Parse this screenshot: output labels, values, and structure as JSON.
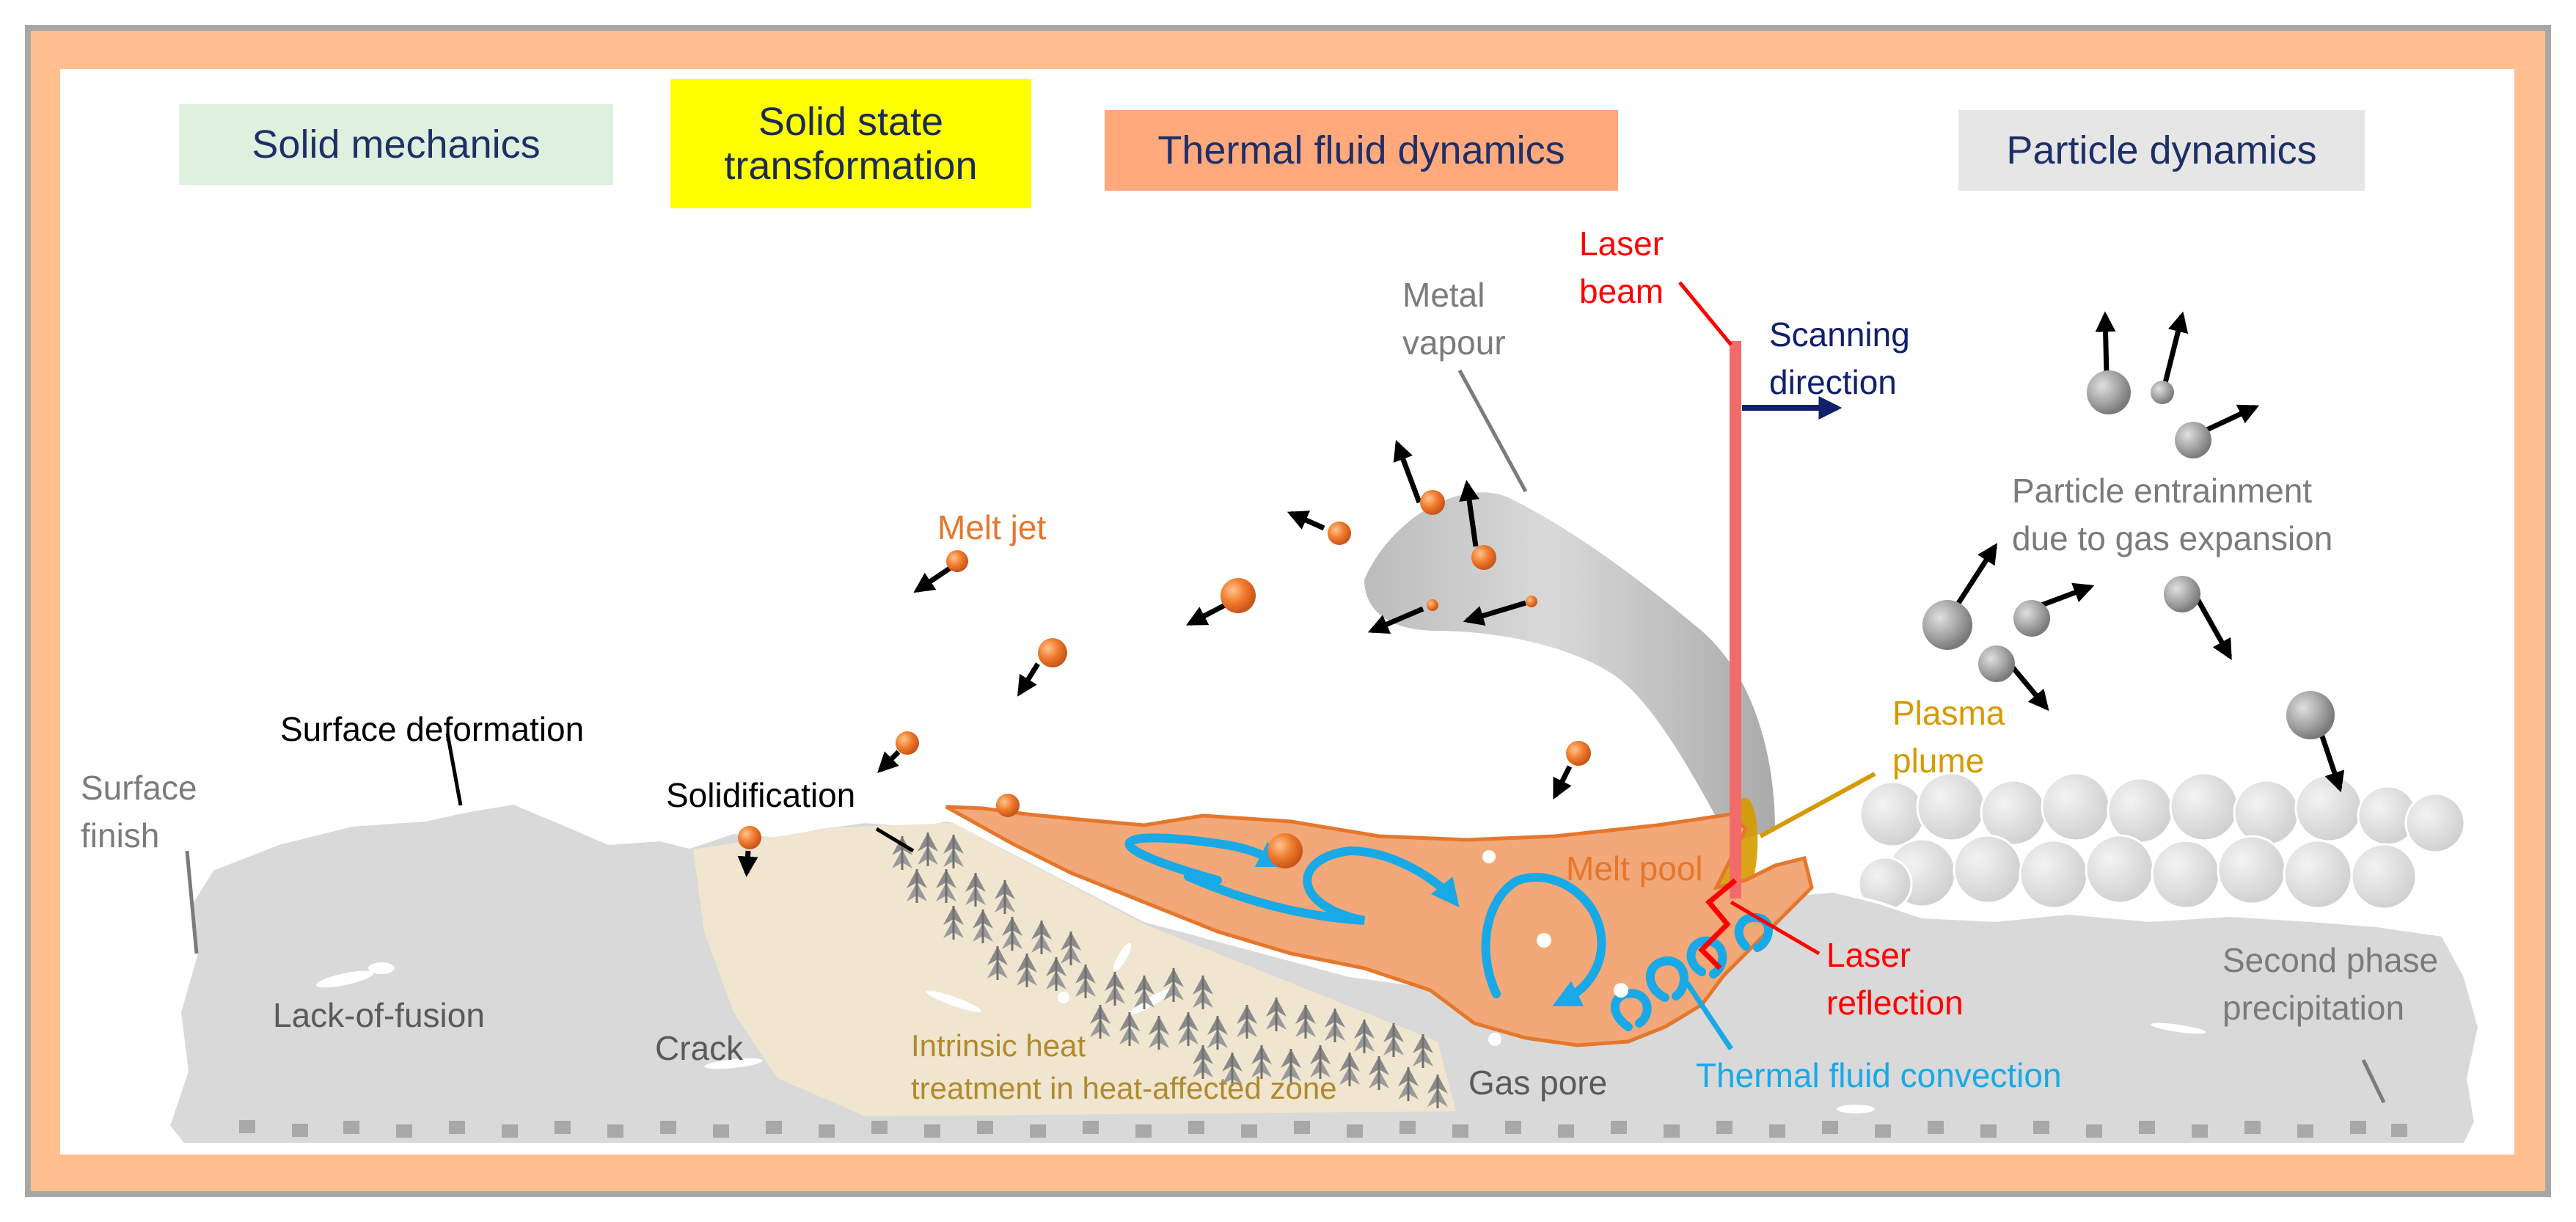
{
  "headers": {
    "solid_mechanics": "Solid mechanics",
    "solid_state_line1": "Solid state",
    "solid_state_line2": "transformation",
    "thermal_fluid": "Thermal fluid dynamics",
    "particle_dynamics": "Particle dynamics"
  },
  "labels": {
    "surface_finish_1": "Surface",
    "surface_finish_2": "finish",
    "surface_deformation": "Surface deformation",
    "lack_of_fusion": "Lack-of-fusion",
    "crack": "Crack",
    "solidification": "Solidification",
    "melt_jet": "Melt jet",
    "metal_vapour_1": "Metal",
    "metal_vapour_2": "vapour",
    "laser_beam_1": "Laser",
    "laser_beam_2": "beam",
    "scanning_1": "Scanning",
    "scanning_2": "direction",
    "particle_entrainment_1": "Particle entrainment",
    "particle_entrainment_2": "due to gas expansion",
    "plasma_1": "Plasma",
    "plasma_2": "plume",
    "melt_pool": "Melt pool",
    "laser_reflection_1": "Laser",
    "laser_reflection_2": "reflection",
    "intrinsic_heat_1": "Intrinsic heat",
    "intrinsic_heat_2": "treatment in heat-affected zone",
    "gas_pore": "Gas pore",
    "thermal_convection": "Thermal fluid convection",
    "second_phase_1": "Second phase",
    "second_phase_2": "precipitation"
  },
  "colors": {
    "frame_orange": "#ffbf8f",
    "frame_border": "#a7a7a7",
    "melt_orange": "#e5772d",
    "pool_fill": "#f2a878",
    "laser_red": "#f26b6b",
    "laser_text_red": "#ff0000",
    "convection_cyan": "#19a9e6",
    "plasma_gold": "#d69a00",
    "navy": "#10206b",
    "gray_text": "#7b7b7b",
    "substrate_gray": "#d9d9d9"
  },
  "icons": [
    "arrow-icon",
    "particle-icon",
    "droplet-icon",
    "laser-beam-icon"
  ]
}
